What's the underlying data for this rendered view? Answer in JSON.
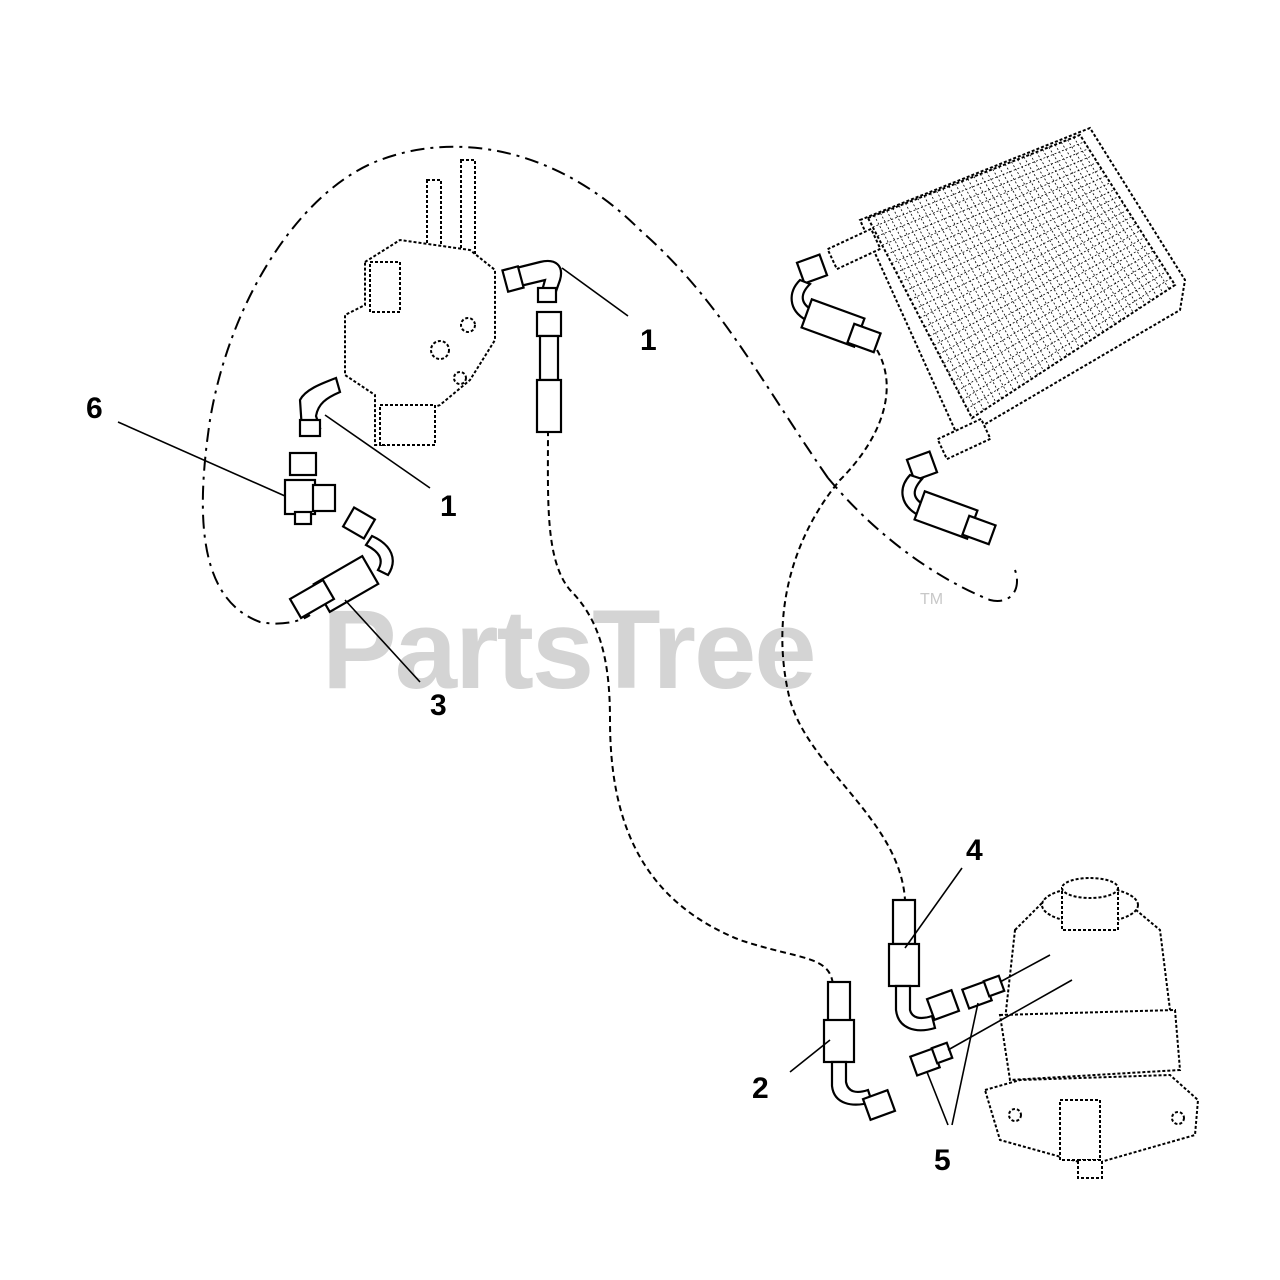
{
  "watermark": {
    "brand": "PartsTree",
    "trademark": "TM"
  },
  "callouts": [
    {
      "id": "fitting-elbow-upper",
      "number": "1"
    },
    {
      "id": "fitting-elbow-lower",
      "number": "1"
    },
    {
      "id": "hose-lower",
      "number": "2"
    },
    {
      "id": "hose-left",
      "number": "3"
    },
    {
      "id": "hose-right",
      "number": "4"
    },
    {
      "id": "adapters",
      "number": "5"
    },
    {
      "id": "tee-fitting",
      "number": "6"
    }
  ]
}
